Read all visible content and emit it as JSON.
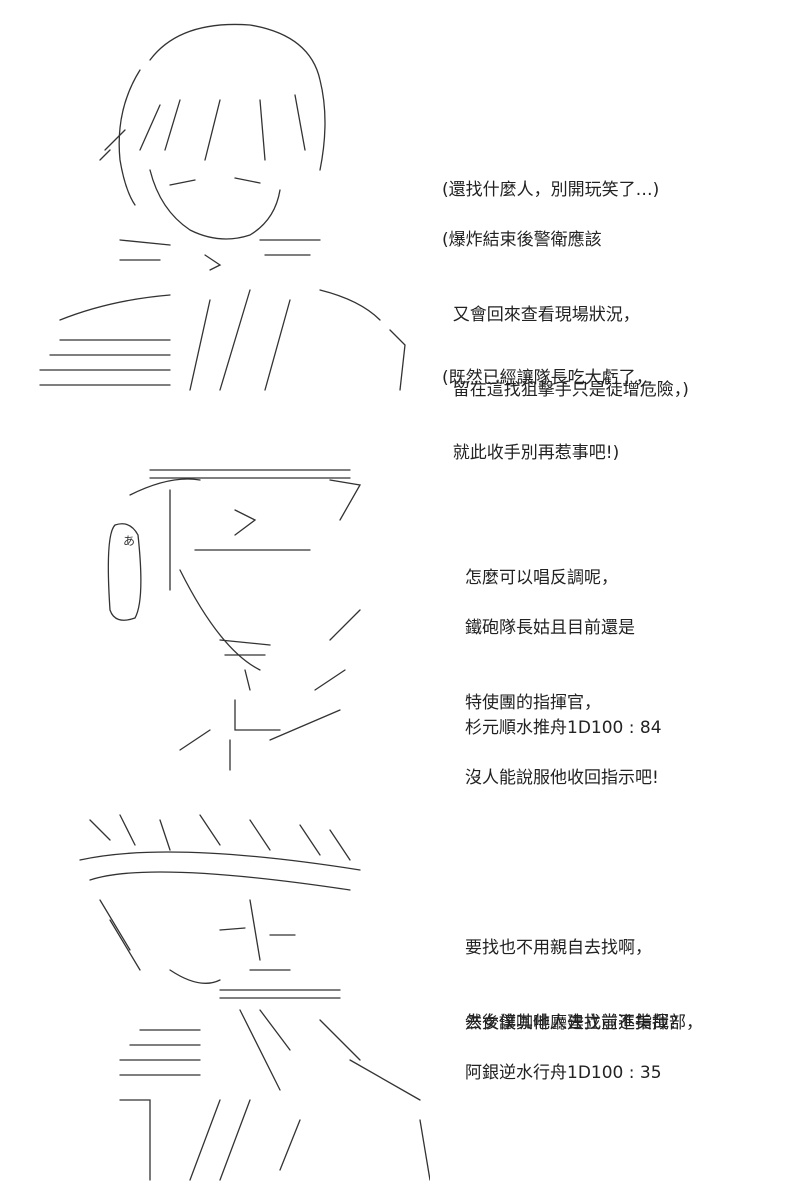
{
  "panel1": {
    "captions": [
      [
        "(還找什麼人，別開玩笑了…)"
      ],
      [
        "(爆炸結束後警衛應該",
        "  又會回來查看現場狀況，",
        "  留在這找狙擊手只是徒增危險，)"
      ],
      [
        "(既然已經讓隊長吃大虧了，",
        "  就此收手別再惹事吧!)"
      ]
    ]
  },
  "panel2": {
    "captions": [
      [
        "怎麼可以唱反調呢，"
      ],
      [
        "鐵砲隊長姑且目前還是",
        "特使團的指揮官，",
        "沒人能說服他收回指示吧!"
      ],
      [
        "杉元順水推舟1D100 : 84"
      ]
    ]
  },
  "panel3": {
    "captions": [
      [
        "要找也不用親自去找啊，",
        "去女僕咖啡廳建立前進指揮部，"
      ],
      [
        "然後讓其他人去找豈不美哉?"
      ],
      [
        "阿銀逆水行舟1D100 : 35"
      ]
    ]
  }
}
